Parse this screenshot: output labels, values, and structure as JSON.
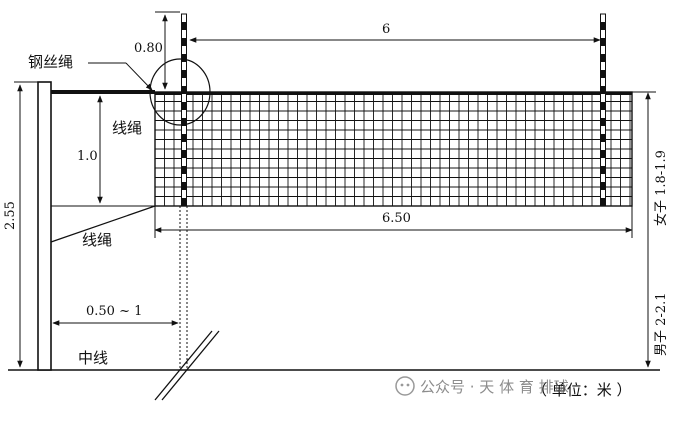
{
  "labels": {
    "antenna_height": "0.80",
    "antenna_spacing": "6",
    "steel_cable": "钢丝绳",
    "upper_rope": "线绳",
    "net_depth": "1.0",
    "post_height": "2.55",
    "net_length": "6.50",
    "lower_rope": "线绳",
    "post_distance": "0.50 ~ 1",
    "center_line": "中线",
    "women_height": "女子 1.8-1.9",
    "men_height": "男子 2-2.1",
    "unit": "（ 单位：米 ）"
  },
  "watermark": {
    "icon": "wechat-icon",
    "text": "公众号 · 天 体 育 排球"
  },
  "colors": {
    "line": "#111111",
    "antenna_stripe": "#111111",
    "watermark": "#777777"
  }
}
